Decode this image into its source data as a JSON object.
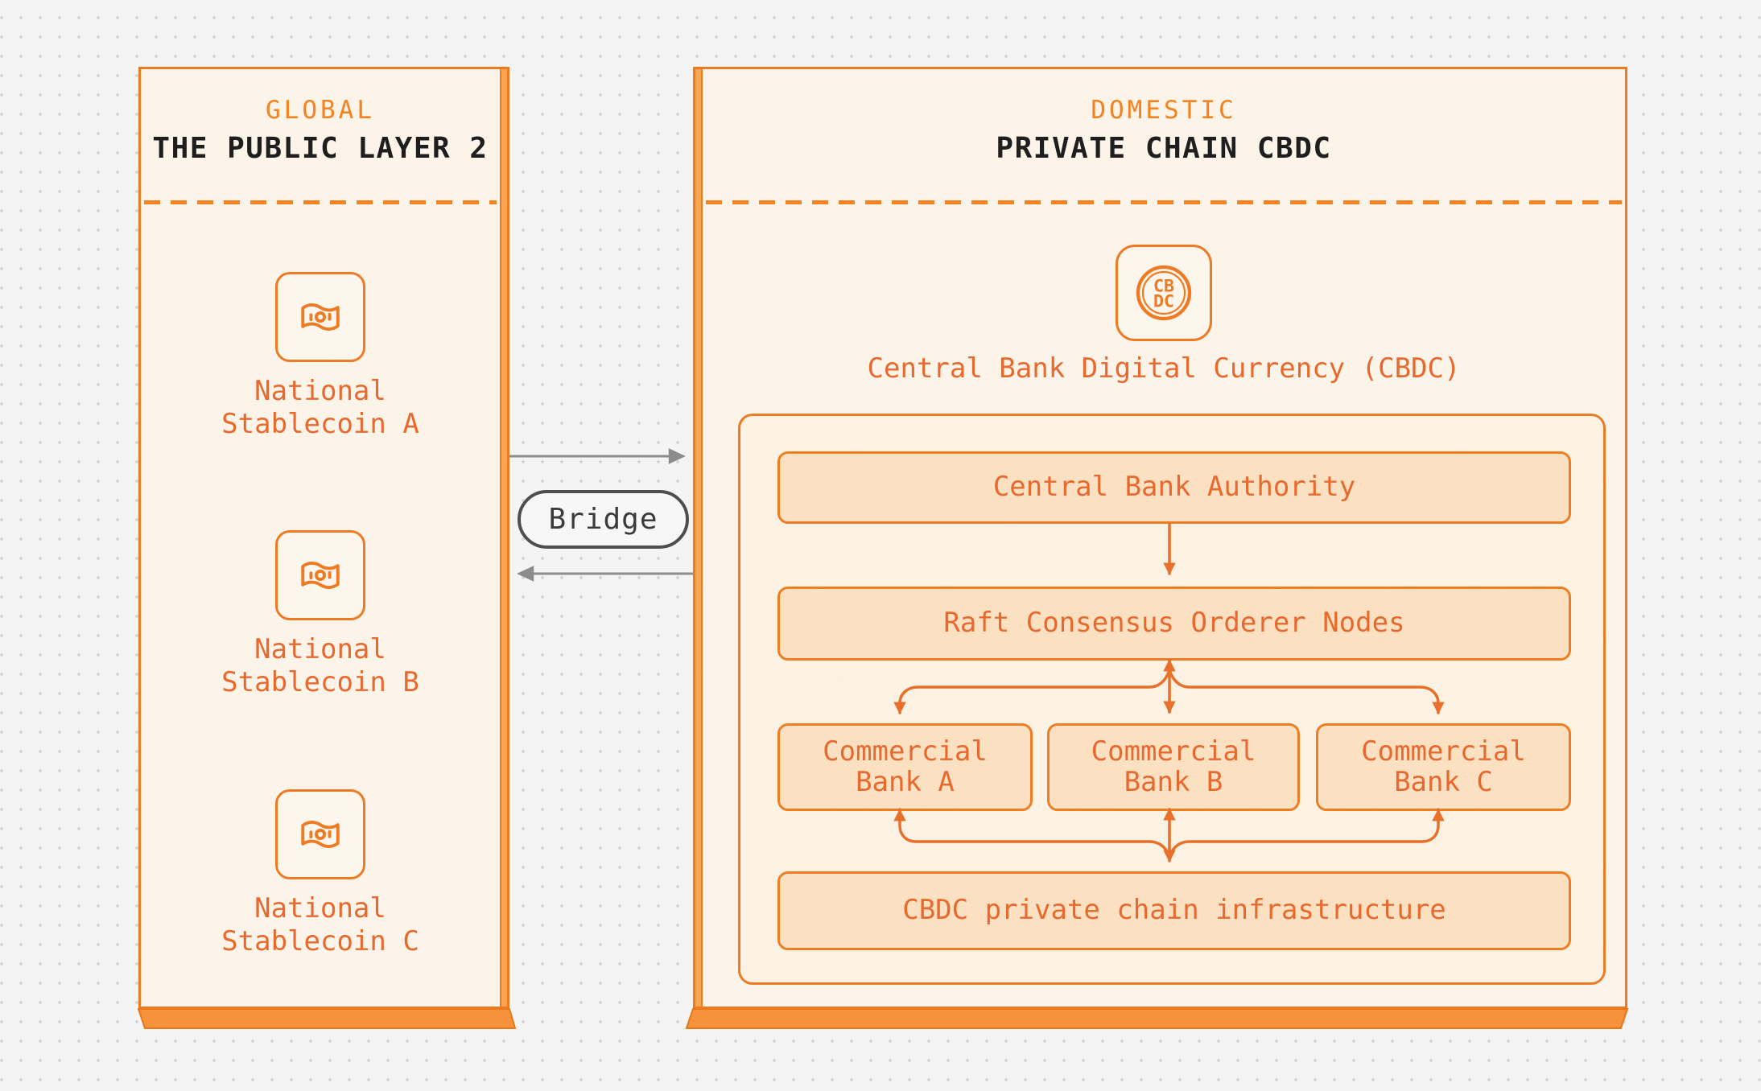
{
  "theme": {
    "page_bg": "#f4f4f5",
    "dot_grid": "#d8d8d9",
    "panel_bg": "#fdf4e9",
    "panel_border": "#ee7a23",
    "side_face": "#f9a551",
    "bottom_face": "#f6923c",
    "kicker_orange": "#f5821f",
    "title_dark": "#1e1e1e",
    "text_orange": "#e8692e",
    "node_bg": "#fce0c2",
    "node_border": "#ef7d22",
    "connector_orange": "#e8702a",
    "bridge_border": "#4e4e4e",
    "bridge_text": "#3b3b3b",
    "gray_arrow": "#8c8c8c"
  },
  "left_panel": {
    "kicker": "GLOBAL",
    "title": "THE PUBLIC LAYER 2",
    "items": [
      {
        "icon": "banknote-icon",
        "line1": "National",
        "line2": "Stablecoin A"
      },
      {
        "icon": "banknote-icon",
        "line1": "National",
        "line2": "Stablecoin B"
      },
      {
        "icon": "banknote-icon",
        "line1": "National",
        "line2": "Stablecoin C"
      }
    ]
  },
  "bridge": {
    "label": "Bridge",
    "top_arrow_direction": "left-to-right",
    "bottom_arrow_direction": "right-to-left"
  },
  "right_panel": {
    "kicker": "DOMESTIC",
    "title": "PRIVATE CHAIN CBDC",
    "coin": {
      "icon": "cbdc-coin-icon",
      "top_text": "CB",
      "bottom_text": "DC",
      "caption": "Central Bank Digital Currency (CBDC)"
    },
    "tree": {
      "authority": "Central Bank Authority",
      "orderer": "Raft Consensus Orderer Nodes",
      "banks": [
        {
          "line1": "Commercial",
          "line2": "Bank A"
        },
        {
          "line1": "Commercial",
          "line2": "Bank B"
        },
        {
          "line1": "Commercial",
          "line2": "Bank C"
        }
      ],
      "infrastructure": "CBDC private chain infrastructure"
    }
  }
}
